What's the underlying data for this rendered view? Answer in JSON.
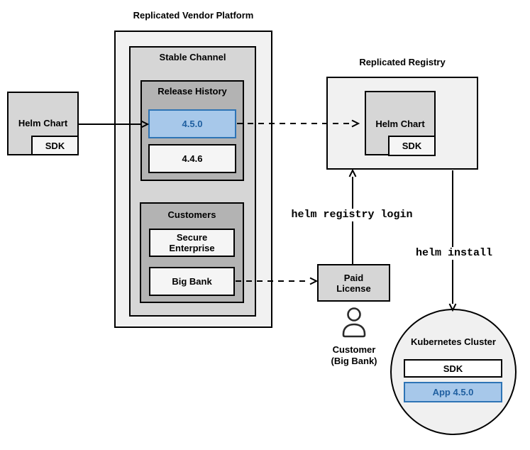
{
  "colors": {
    "accent-fill": "#a7c8ea",
    "accent-border": "#2e74b5",
    "accent-text": "#1f5fa0",
    "gray-light": "#f1f1f1",
    "gray-mid": "#d6d6d6",
    "gray-dark": "#b3b3b3",
    "box-light": "#f5f5f5"
  },
  "source_chart": {
    "label": "Helm Chart",
    "sdk": "SDK"
  },
  "vendor_platform": {
    "title": "Replicated Vendor Platform",
    "stable_channel": {
      "title": "Stable Channel",
      "release_history": {
        "title": "Release History",
        "releases": [
          {
            "version": "4.5.0"
          },
          {
            "version": "4.4.6"
          }
        ]
      },
      "customers": {
        "title": "Customers",
        "items": [
          {
            "name": "Secure Enterprise"
          },
          {
            "name": "Big Bank"
          }
        ]
      }
    }
  },
  "registry": {
    "title": "Replicated Registry",
    "helm_chart": "Helm Chart",
    "sdk": "SDK"
  },
  "license": {
    "label": "Paid License"
  },
  "customer": {
    "line1": "Customer",
    "line2": "(Big Bank)"
  },
  "commands": {
    "registry_login": "helm registry login",
    "install": "helm install"
  },
  "kubernetes": {
    "title": "Kubernetes Cluster",
    "sdk": "SDK",
    "app": "App 4.5.0"
  }
}
